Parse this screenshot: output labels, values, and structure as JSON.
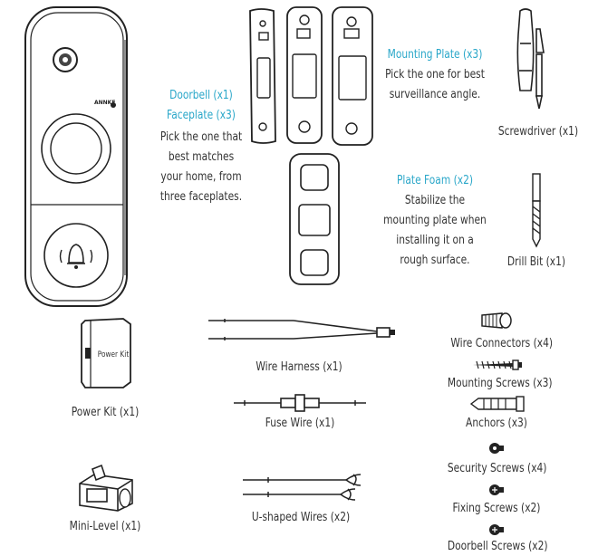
{
  "doorbell": {
    "title": "Doorbell (x1)",
    "subtitle": "Faceplate (x3)",
    "lines": [
      "Pick the one that",
      "best matches",
      "your home, from",
      "three faceplates."
    ],
    "brand": "ANNKE"
  },
  "mounting_plate": {
    "title": "Mounting Plate (x3)",
    "lines": [
      "Pick the one for best",
      "surveillance angle."
    ]
  },
  "plate_foam": {
    "title": "Plate Foam (x2)",
    "lines": [
      "Stabilize the",
      "mounting plate when",
      "installing it on a",
      "rough surface."
    ]
  },
  "screwdriver": "Screwdriver (x1)",
  "drill_bit": "Drill Bit (x1)",
  "power_kit": {
    "label": "Power Kit (x1)",
    "device_text": "Power Kit"
  },
  "wire_harness": "Wire Harness (x1)",
  "fuse_wire": "Fuse Wire (x1)",
  "mini_level": "Mini-Level (x1)",
  "u_wires": "U-shaped Wires (x2)",
  "wire_connectors": "Wire Connectors (x4)",
  "mounting_screws": "Mounting Screws (x3)",
  "anchors": "Anchors (x3)",
  "security_screws": "Security Screws (x4)",
  "fixing_screws": "Fixing Screws (x2)",
  "doorbell_screws": "Doorbell Screws (x2)",
  "colors": {
    "accent": "#2aa7c9",
    "line": "#333333"
  }
}
